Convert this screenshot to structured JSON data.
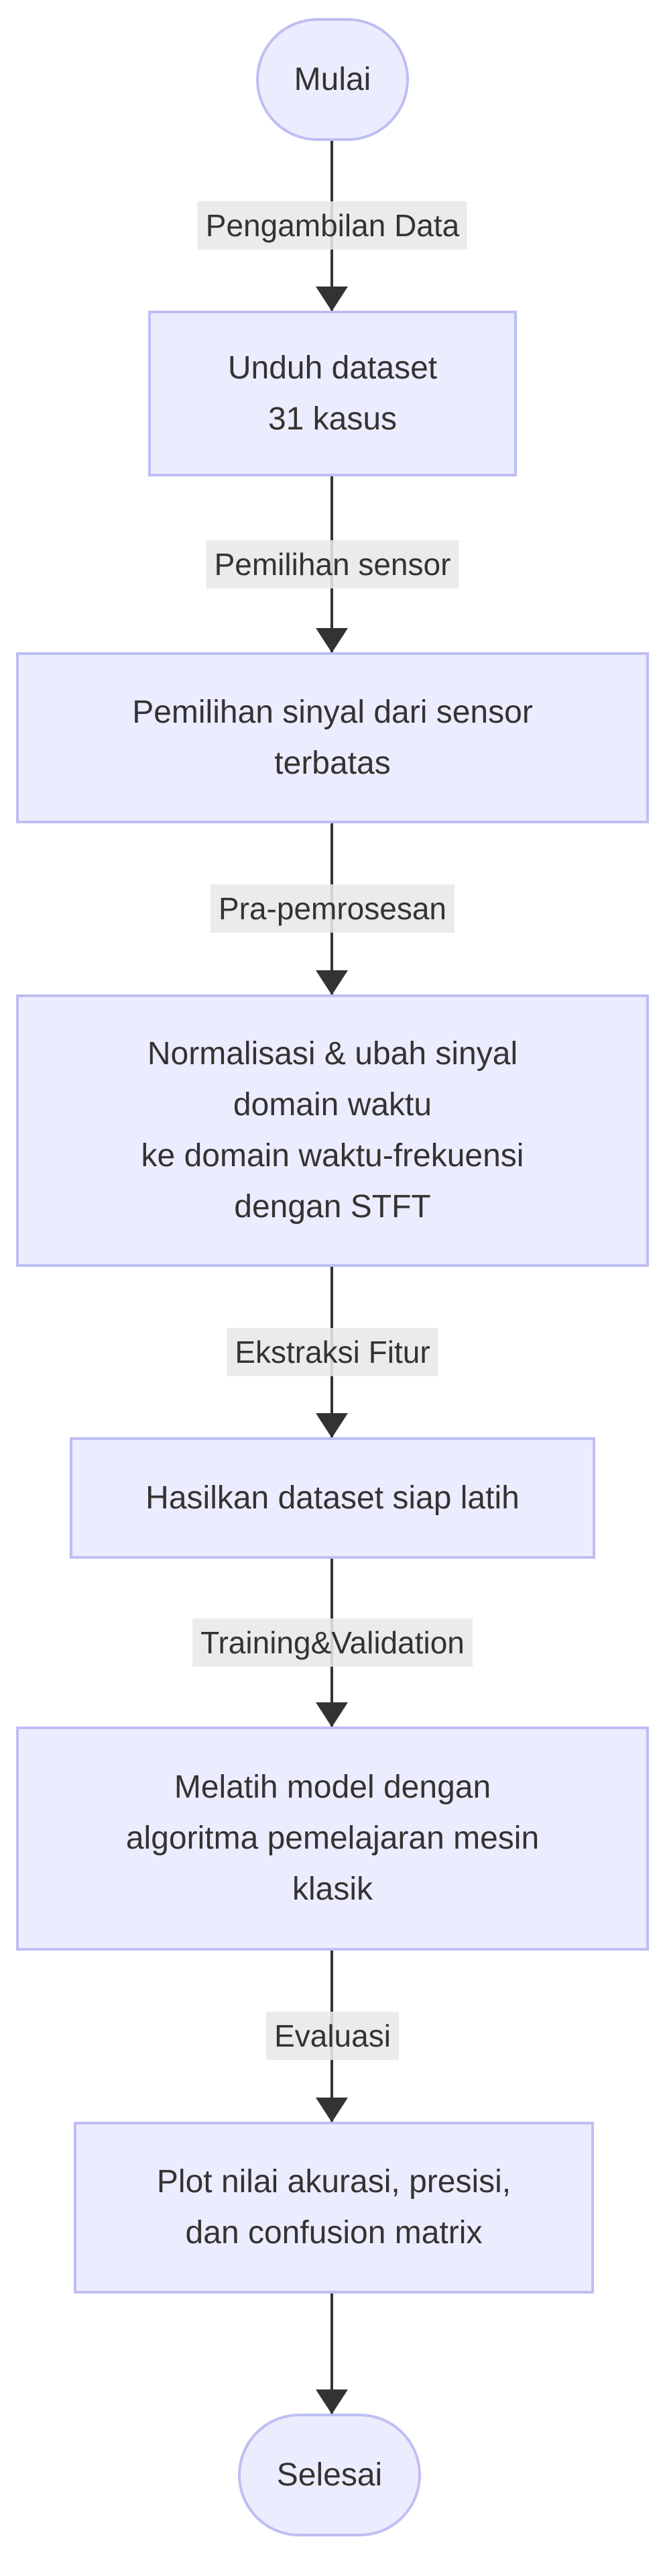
{
  "flowchart": {
    "colors": {
      "bg": "#ffffff",
      "node-fill": "#ECECFF",
      "node-border": "#BEBEF4",
      "text": "#333333",
      "edge": "#333333",
      "label-bg": "#E8E8E8"
    },
    "start_node": {
      "label": "Mulai"
    },
    "end_node": {
      "label": "Selesai"
    },
    "process_nodes": [
      {
        "lines": [
          "Unduh dataset",
          "31 kasus"
        ]
      },
      {
        "lines": [
          "Pemilihan sinyal dari sensor",
          "terbatas"
        ]
      },
      {
        "lines": [
          "Normalisasi & ubah sinyal",
          "domain waktu",
          "ke domain waktu-frekuensi",
          "dengan STFT"
        ]
      },
      {
        "lines": [
          "Hasilkan dataset siap latih"
        ]
      },
      {
        "lines": [
          "Melatih model dengan",
          "algoritma pemelajaran mesin",
          "klasik"
        ]
      },
      {
        "lines": [
          "Plot nilai akurasi, presisi,",
          "dan confusion matrix"
        ]
      }
    ],
    "edges": [
      {
        "label": "Pengambilan Data"
      },
      {
        "label": "Pemilihan sensor"
      },
      {
        "label": "Pra-pemrosesan"
      },
      {
        "label": "Ekstraksi Fitur"
      },
      {
        "label": "Training&Validation"
      },
      {
        "label": "Evaluasi"
      }
    ]
  }
}
